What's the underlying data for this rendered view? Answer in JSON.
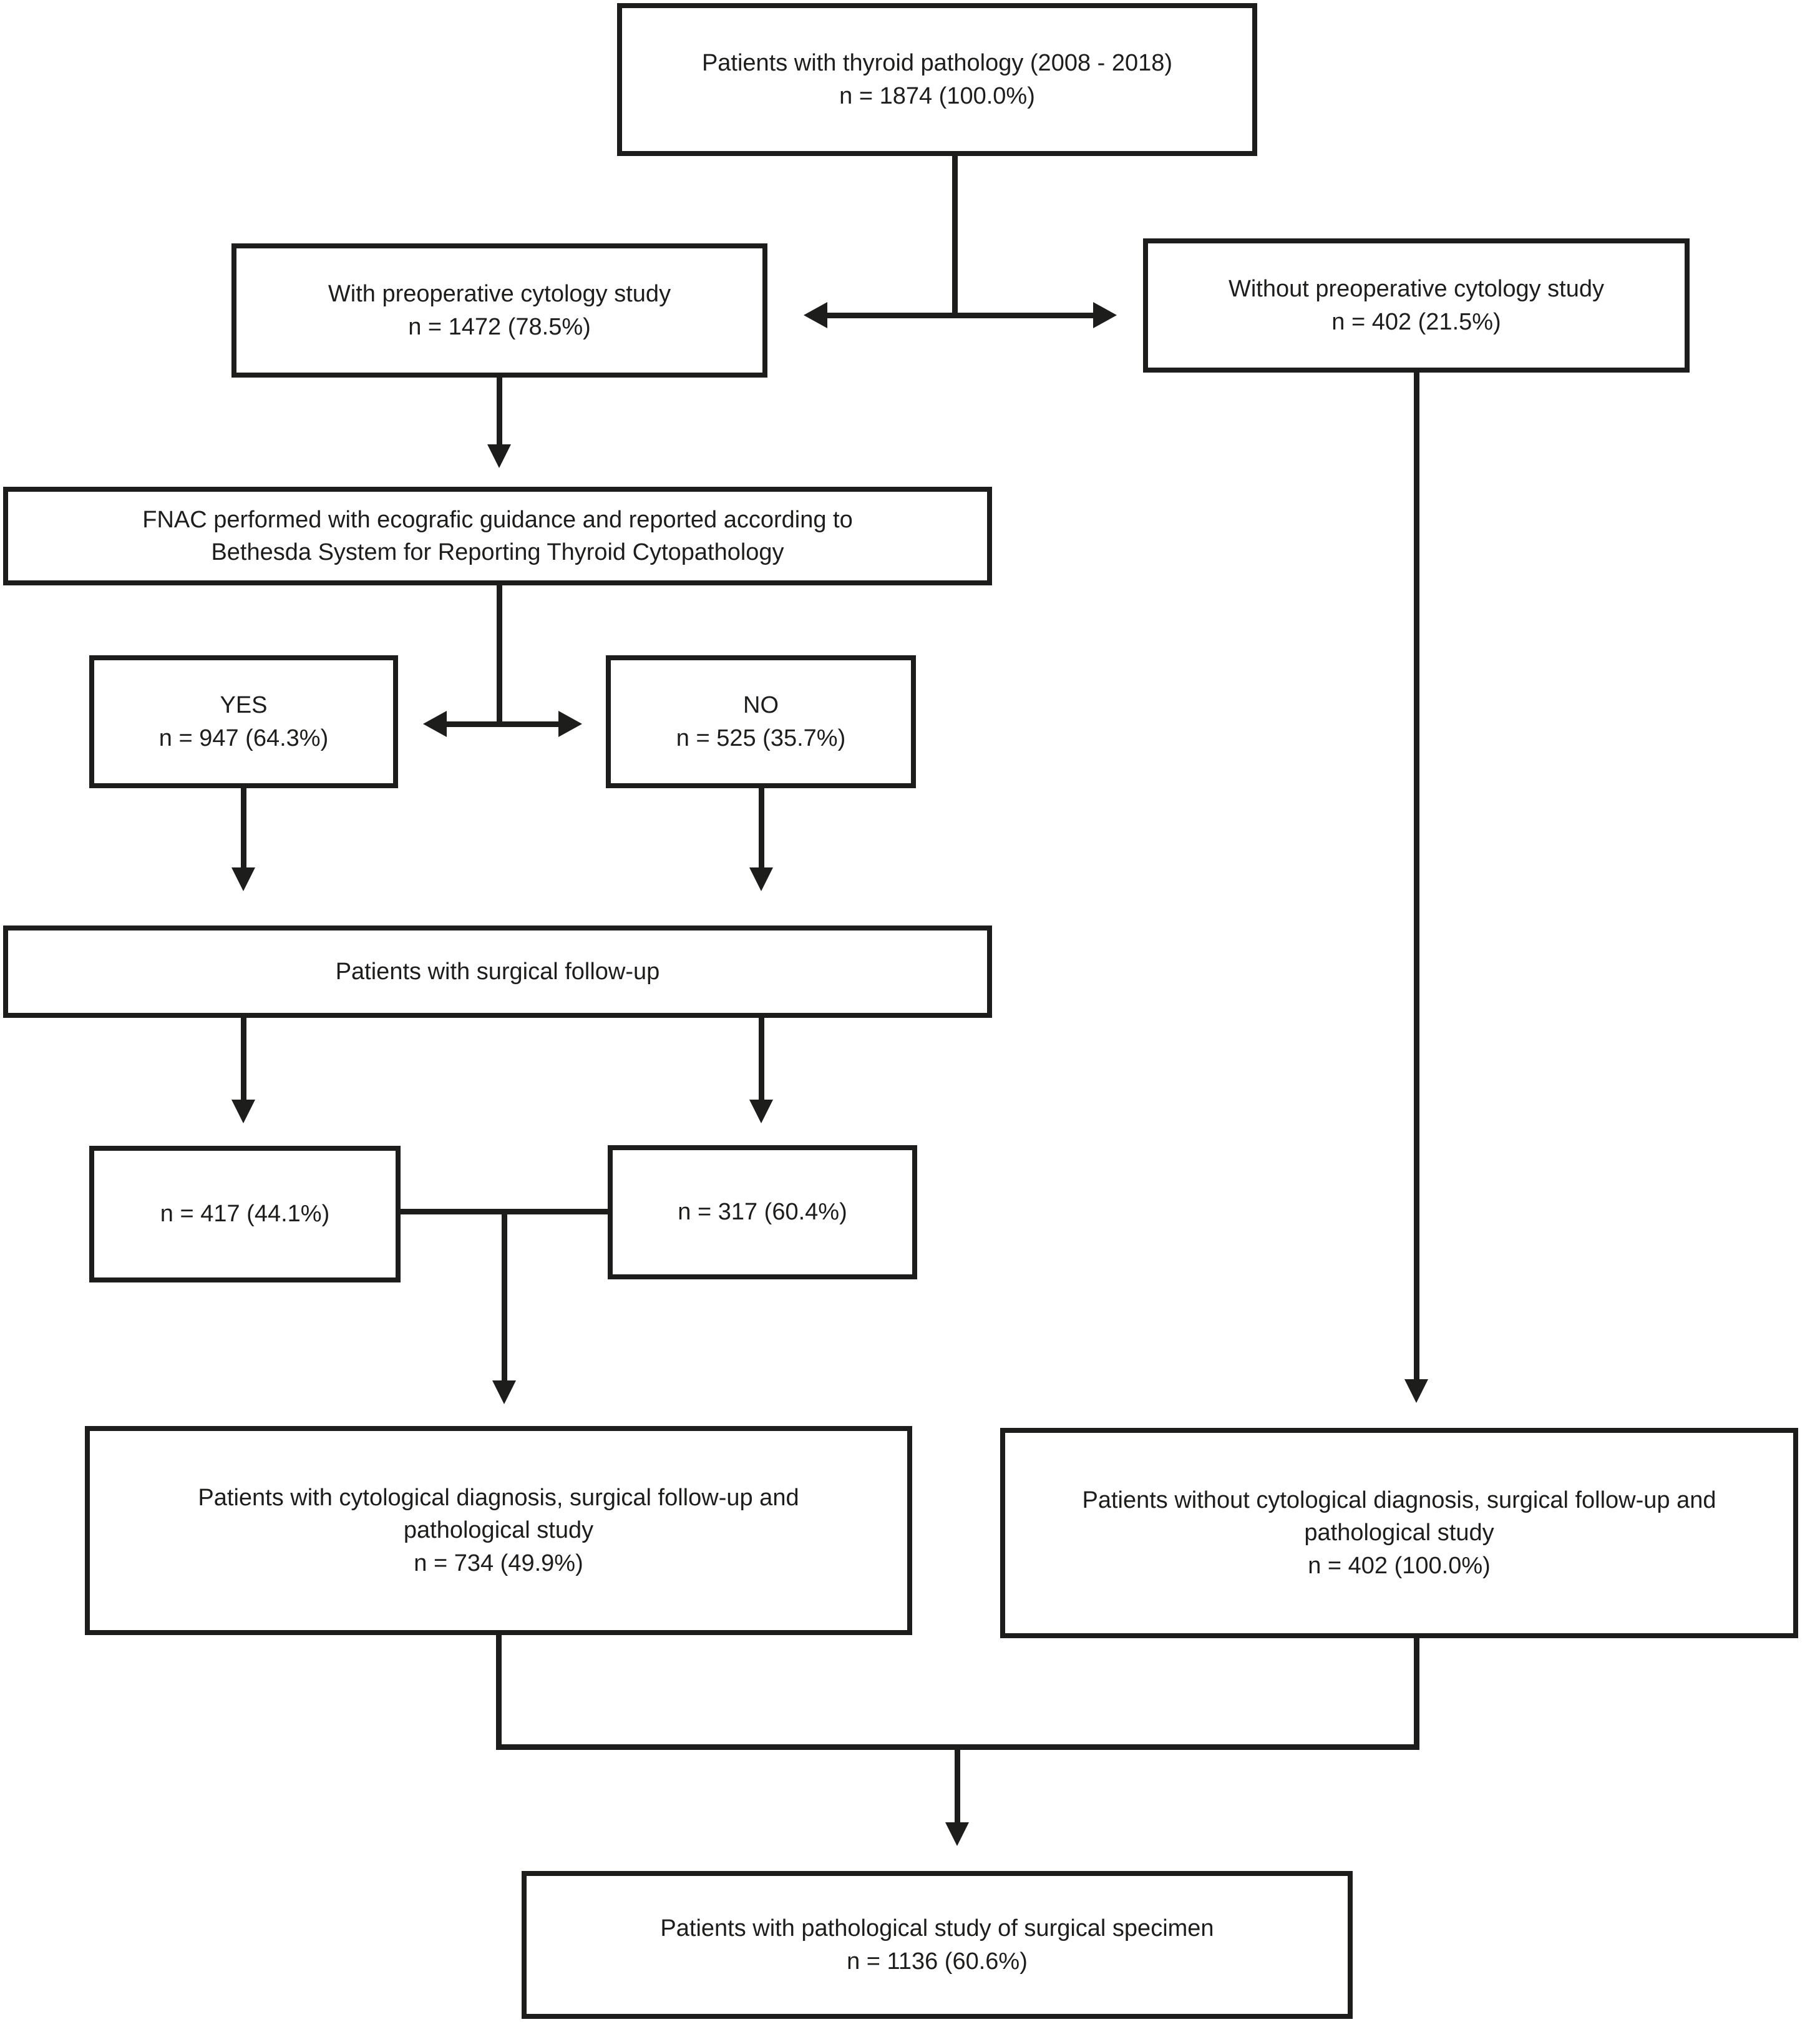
{
  "colors": {
    "background": "#ffffff",
    "ink": "#1d1d1b"
  },
  "nodes": {
    "root": {
      "label": "Patients with thyroid pathology (2008 - 2018)",
      "count": "n = 1874 (100.0%)"
    },
    "with_cytology": {
      "label": "With preoperative cytology study",
      "count": "n = 1472 (78.5%)"
    },
    "without_cytology": {
      "label": "Without preoperative cytology study",
      "count": "n = 402 (21.5%)"
    },
    "fnac": {
      "label": "FNAC performed with ecografic guidance and reported according to Bethesda System for Reporting Thyroid Cytopathology"
    },
    "yes": {
      "label": "YES",
      "count": "n = 947 (64.3%)"
    },
    "no": {
      "label": "NO",
      "count": "n = 525 (35.7%)"
    },
    "surgical_followup": {
      "label": "Patients with surgical follow-up"
    },
    "yes_surgical": {
      "count": "n = 417 (44.1%)"
    },
    "no_surgical": {
      "count": "n = 317 (60.4%)"
    },
    "with_cyto_fu_path": {
      "label": "Patients with cytological diagnosis, surgical follow-up and pathological study",
      "count": "n = 734 (49.9%)"
    },
    "without_cyto_fu_path": {
      "label": "Patients without cytological diagnosis, surgical follow-up and pathological study",
      "count": "n = 402 (100.0%)"
    },
    "pathological_specimen": {
      "label": "Patients with pathological study of surgical specimen",
      "count": "n = 1136 (60.6%)"
    }
  }
}
